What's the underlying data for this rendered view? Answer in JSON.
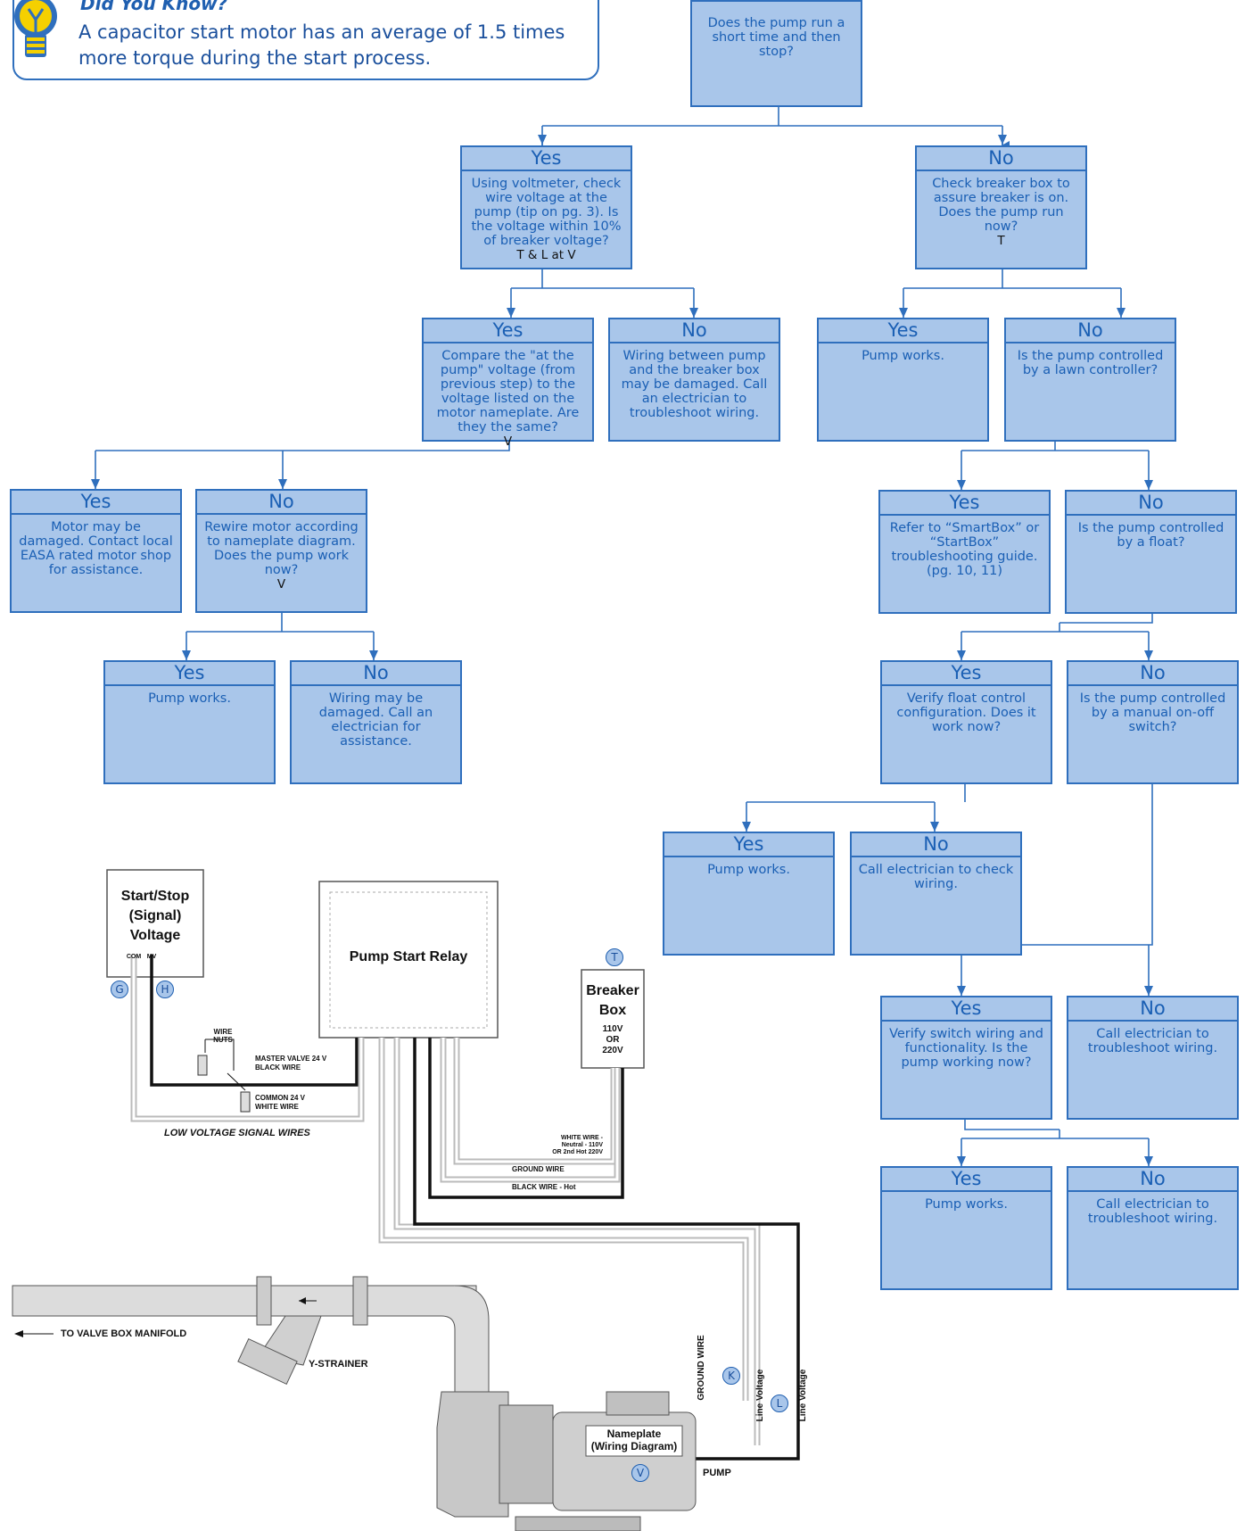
{
  "tip": {
    "title": "Did You Know?",
    "text": "A capacitor start motor has an average of 1.5 times more torque during the start process."
  },
  "flowchart": {
    "root": "Does the pump run a short time and then stop?",
    "n_yes1": {
      "label": "Yes",
      "text": "Using voltmeter, check wire voltage at the pump (tip on pg. 3). Is the voltage within 10% of breaker voltage?",
      "code": "T & L at V"
    },
    "n_no1": {
      "label": "No",
      "text": "Check breaker box to assure breaker is on. Does the pump run now?",
      "code": "T"
    },
    "n_yes2": {
      "label": "Yes",
      "text": "Compare the \"at the pump\" voltage (from previous step) to the voltage listed on the motor nameplate.  Are they the same?",
      "code": "V"
    },
    "n_no2": {
      "label": "No",
      "text": "Wiring between pump and the breaker box may be damaged. Call an electrician to troubleshoot wiring."
    },
    "n_yes3": {
      "label": "Yes",
      "text": "Pump works."
    },
    "n_no3": {
      "label": "No",
      "text": "Is the pump controlled by a lawn controller?"
    },
    "n_yes4": {
      "label": "Yes",
      "text": "Motor may be damaged. Contact local EASA rated motor shop for assistance."
    },
    "n_no4": {
      "label": "No",
      "text": "Rewire motor according to nameplate diagram. Does the pump work now?",
      "code": "V"
    },
    "n_yes5": {
      "label": "Yes",
      "text": "Pump works."
    },
    "n_no5": {
      "label": "No",
      "text": "Wiring may be damaged. Call an electrician for assistance."
    },
    "n_yes6": {
      "label": "Yes",
      "text": "Refer to “SmartBox” or “StartBox” troubleshooting guide. (pg. 10, 11)"
    },
    "n_no6": {
      "label": "No",
      "text": "Is the pump controlled by a float?"
    },
    "n_yes7": {
      "label": "Yes",
      "text": "Verify float control configuration. Does it work now?"
    },
    "n_no7": {
      "label": "No",
      "text": "Is the pump controlled by a manual on-off switch?"
    },
    "n_yes8": {
      "label": "Yes",
      "text": "Pump works."
    },
    "n_no8": {
      "label": "No",
      "text": "Call electrician to check wiring."
    },
    "n_yes9": {
      "label": "Yes",
      "text": "Verify switch wiring and functionality. Is the pump working now?"
    },
    "n_no9": {
      "label": "No",
      "text": "Call electrician to troubleshoot wiring."
    },
    "n_yes10": {
      "label": "Yes",
      "text": "Pump works."
    },
    "n_no10": {
      "label": "No",
      "text": "Call electrician to troubleshoot wiring."
    }
  },
  "wiring": {
    "signal_box": "Start/Stop\n(Signal)\nVoltage",
    "com": "COM",
    "mv": "MV",
    "relay": "Pump Start Relay",
    "breaker": "Breaker\nBox",
    "breaker_volts": "110V\nOR\n220V",
    "wire_nuts": "WIRE\nNUTS",
    "master_valve": "MASTER VALVE 24 V\nBLACK WIRE",
    "common": "COMMON 24 V\nWHITE WIRE",
    "low_voltage": "LOW VOLTAGE SIGNAL WIRES",
    "white_wire": "WHITE WIRE -\nNeutral - 110V\nOR 2nd Hot 220V",
    "ground_wire_h": "GROUND WIRE",
    "black_wire": "BLACK WIRE - Hot",
    "to_manifold": "TO VALVE BOX MANIFOLD",
    "y_strainer": "Y-STRAINER",
    "ground_wire_v": "GROUND WIRE",
    "line_voltage_1": "Line Voltage",
    "line_voltage_2": "Line Voltage",
    "nameplate": "Nameplate\n(Wiring Diagram)",
    "pump": "PUMP",
    "marker_G": "G",
    "marker_H": "H",
    "marker_T": "T",
    "marker_K": "K",
    "marker_L": "L",
    "marker_V": "V"
  }
}
